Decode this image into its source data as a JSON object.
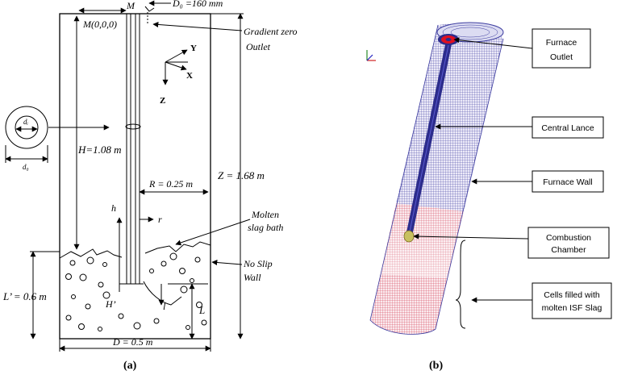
{
  "panel_a": {
    "caption": "(a)",
    "labels": {
      "m_top": "M",
      "d_o": "D₀ =160 mm",
      "m_origin": "M(0,0,0)",
      "gradient_zero_line1": "Gradient zero",
      "gradient_zero_line2": "Outlet",
      "axis_y": "Y",
      "axis_x": "X",
      "axis_z": "Z",
      "d_i": "dᵢ",
      "d_o_small": "d₀",
      "height_h": "H=1.08 m",
      "radius": "R = 0.25 m",
      "height_z": "Z = 1.68 m",
      "h_small": "h",
      "r_small": "r",
      "molten_line1": "Molten",
      "molten_line2": "slag bath",
      "noslip_line1": "No Slip",
      "noslip_line2": "Wall",
      "l_prime": "L’ = 0.6 m",
      "h_prime": "H’",
      "l_small": "l",
      "l_big": "L",
      "diameter": "D = 0.5 m"
    }
  },
  "panel_b": {
    "caption": "(b)",
    "callouts": {
      "furnace_outlet_line1": "Furnace",
      "furnace_outlet_line2": "Outlet",
      "central_lance": "Central Lance",
      "furnace_wall": "Furnace Wall",
      "combustion_line1": "Combustion",
      "combustion_line2": "Chamber",
      "cells_line1": "Cells filled with",
      "cells_line2": "molten ISF Slag"
    },
    "colors": {
      "mesh_upper": "#3a3a9e",
      "mesh_lower": "#d0324a",
      "lance": "#2c2c8c",
      "outlet_ring": "#e01020",
      "chamber": "#c8c060"
    }
  }
}
